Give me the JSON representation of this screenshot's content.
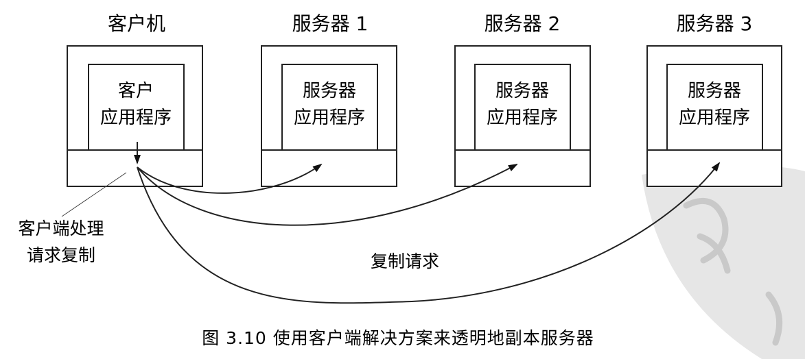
{
  "nodes": {
    "client": {
      "title": "客户机",
      "app_line1": "客户",
      "app_line2": "应用程序"
    },
    "server1": {
      "title": "服务器 1",
      "app_line1": "服务器",
      "app_line2": "应用程序"
    },
    "server2": {
      "title": "服务器 2",
      "app_line1": "服务器",
      "app_line2": "应用程序"
    },
    "server3": {
      "title": "服务器 3",
      "app_line1": "服务器",
      "app_line2": "应用程序"
    }
  },
  "annotations": {
    "client_side_line1": "客户端处理",
    "client_side_line2": "请求复制",
    "replicate_request": "复制请求"
  },
  "caption": "图 3.10   使用客户端解决方案来透明地副本服务器"
}
